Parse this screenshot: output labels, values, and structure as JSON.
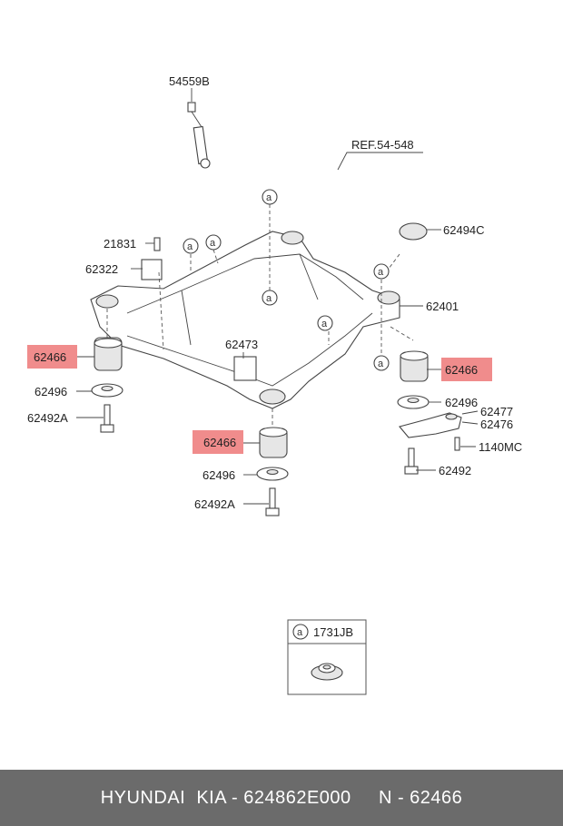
{
  "labels": {
    "p54559B": "54559B",
    "ref": "REF.54-548",
    "p21831": "21831",
    "p62322": "62322",
    "p62494C": "62494C",
    "p62401": "62401",
    "p62473": "62473",
    "p62466_left": "62466",
    "p62466_right": "62466",
    "p62466_center": "62466",
    "p62496_left": "62496",
    "p62496_right": "62496",
    "p62496_center": "62496",
    "p62492A_left": "62492A",
    "p62492A_center": "62492A",
    "p62477": "62477",
    "p62476": "62476",
    "p1140MC": "1140MC",
    "p62492": "62492",
    "callout": "a"
  },
  "legend": {
    "marker": "a",
    "part": "1731JB"
  },
  "footer": {
    "text": "HYUNDAI  KIA - 624862E000     N - 62466"
  },
  "colors": {
    "highlight": "#f08c8c",
    "footer_bg": "#6b6b6b"
  }
}
